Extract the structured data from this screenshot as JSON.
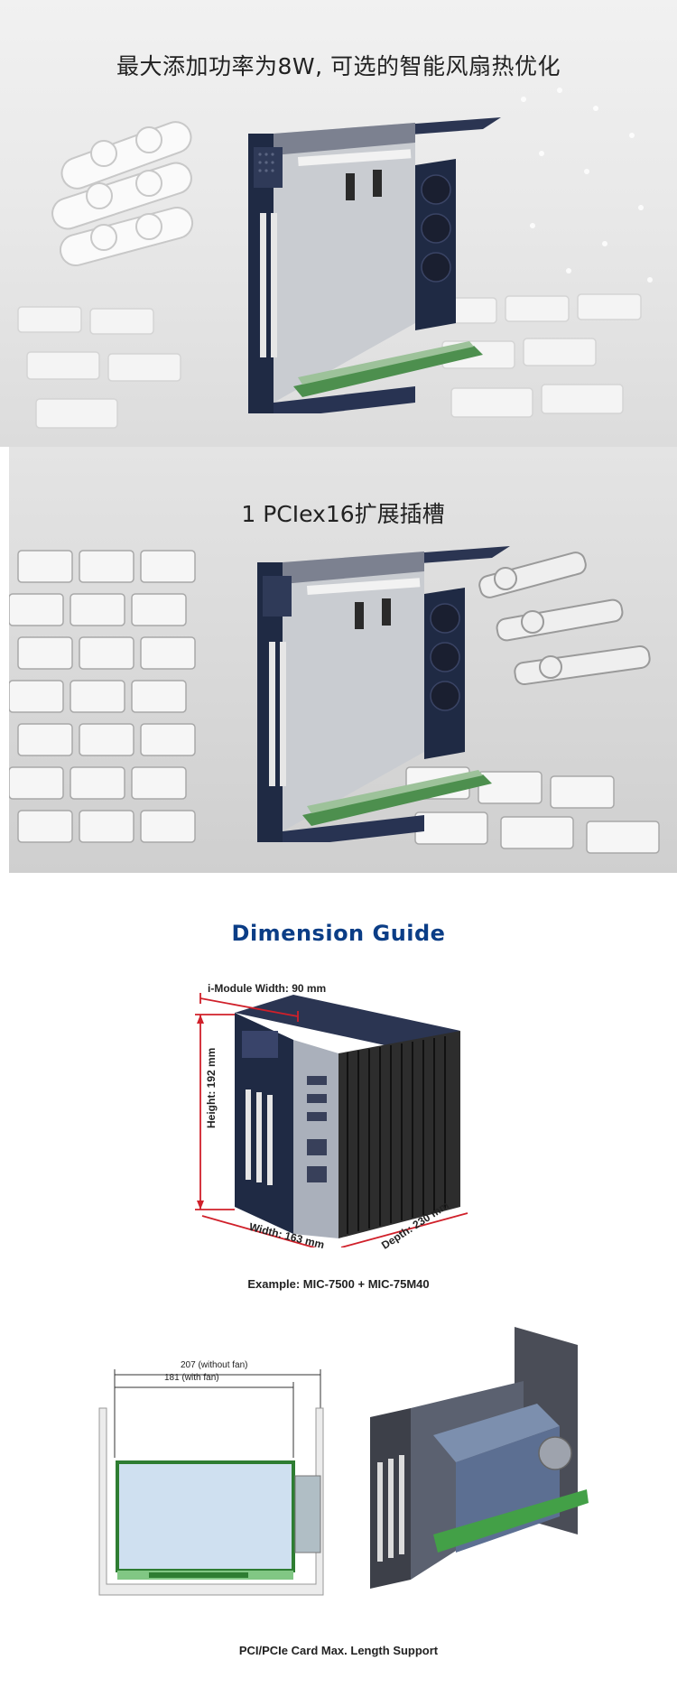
{
  "section1": {
    "title": "最大添加功率为8W, 可选的智能风扇热优化"
  },
  "section2": {
    "title": "1 PCIex16扩展插槽"
  },
  "dimension_guide": {
    "title": "Dimension Guide",
    "module_width_label": "i-Module Width: 90 mm",
    "height_label": "Height: 192 mm",
    "width_label": "Width: 163 mm",
    "depth_label": "Depth: 230 mm",
    "example_caption": "Example: MIC-7500 + MIC-75M40"
  },
  "card_length": {
    "label_without_fan": "207 (without fan)",
    "label_with_fan": "181 (with fan)",
    "caption": "PCI/PCIe Card Max. Length Support"
  },
  "colors": {
    "chassis_navy": "#1f2a44",
    "title_blue": "#0b3d86",
    "dimension_red": "#d0202a",
    "pcb_green": "#4caf50"
  }
}
